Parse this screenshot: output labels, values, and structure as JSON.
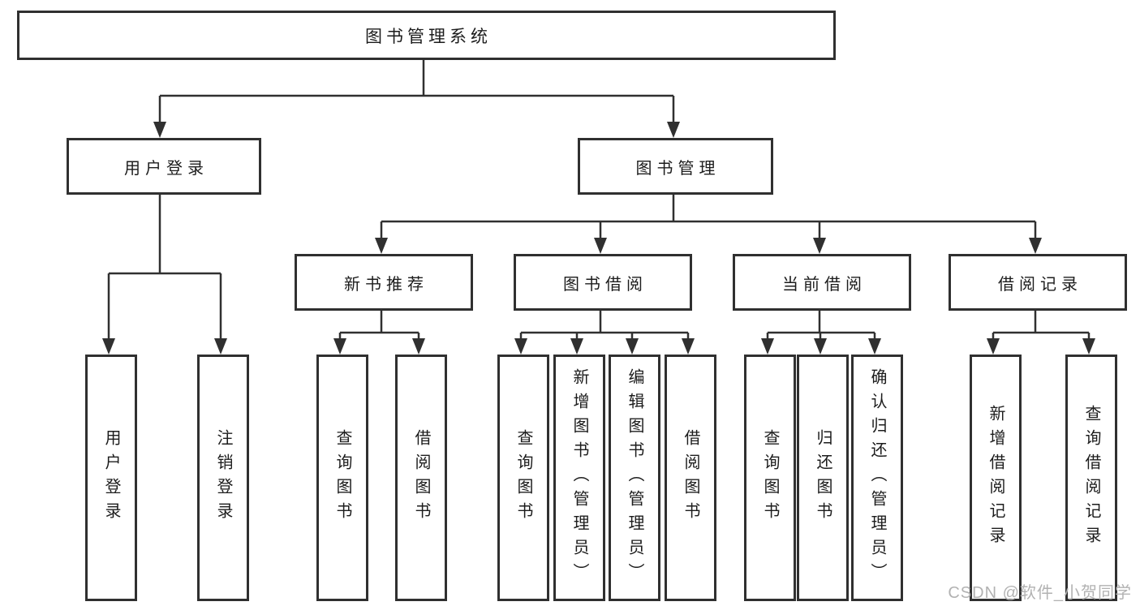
{
  "diagram": {
    "type": "hierarchy-tree",
    "colors": {
      "line": "#303030",
      "box_border": "#303030",
      "box_fill": "#ffffff",
      "text": "#1c1c1c",
      "watermark": "#b2b2b2"
    },
    "tree": {
      "root": "图书管理系统",
      "branches": [
        {
          "label": "用户登录",
          "leaves": [
            "用户登录",
            "注销登录"
          ]
        },
        {
          "label": "图书管理",
          "groups": [
            {
              "label": "新书推荐",
              "leaves": [
                "查询图书",
                "借阅图书"
              ]
            },
            {
              "label": "图书借阅",
              "leaves": [
                "查询图书",
                "新增图书（管理员）",
                "编辑图书（管理员）",
                "借阅图书"
              ]
            },
            {
              "label": "当前借阅",
              "leaves": [
                "查询图书",
                "归还图书",
                "确认归还（管理员）"
              ]
            },
            {
              "label": "借阅记录",
              "leaves": [
                "新增借阅记录",
                "查询借阅记录"
              ]
            }
          ]
        }
      ]
    },
    "watermark": "CSDN @软件_小贺同学"
  }
}
